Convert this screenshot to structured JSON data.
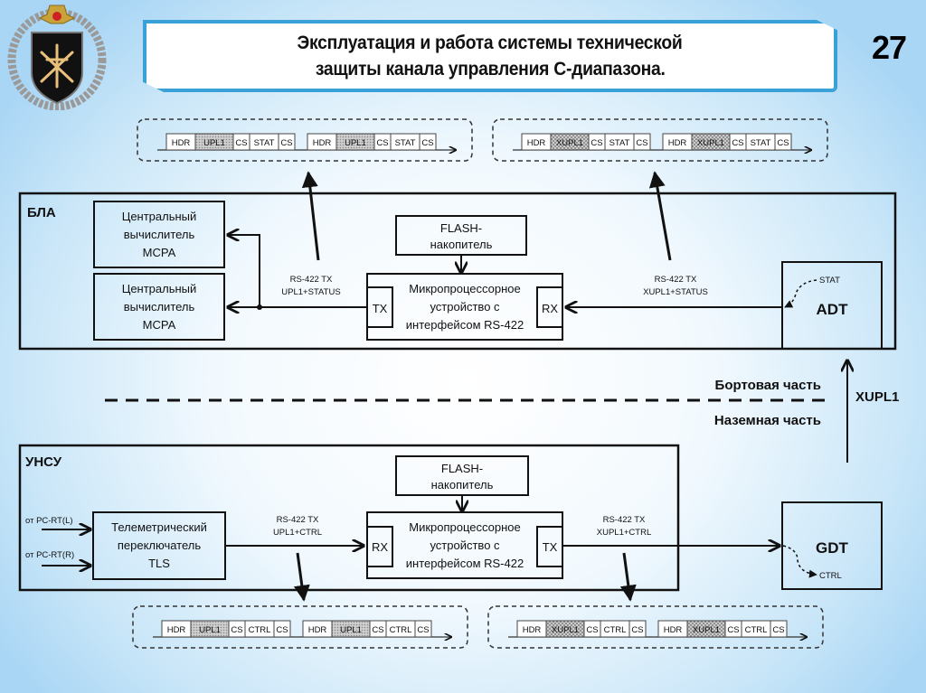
{
  "slide": {
    "title_line1": "Эксплуатация и работа системы технической",
    "title_line2": "защиты канала управления С-диапазона.",
    "page_number": "27",
    "emblem": "military-communications-emblem-icon"
  },
  "colors": {
    "title_border": "#3aa0d8",
    "background_edge": "#a9d6f5",
    "payload_fill": "#bfbfbf",
    "line": "#111111"
  },
  "onboard": {
    "label": "БЛА",
    "computer1": [
      "Центральный",
      "вычислитель",
      "МСРА"
    ],
    "computer2": [
      "Центральный",
      "вычислитель",
      "МСРА"
    ],
    "flash": [
      "FLASH-",
      "накопитель"
    ],
    "mcu": [
      "Микропроцессорное",
      "устройство с",
      "интерфейсом RS-422"
    ],
    "mcu_tx": "TX",
    "mcu_rx": "RX",
    "link_left": [
      "RS-422 TX",
      "UPL1+STATUS"
    ],
    "link_right": [
      "RS-422 TX",
      "XUPL1+STATUS"
    ],
    "adt": "ADT",
    "adt_stat": "STAT"
  },
  "divider": {
    "upper": "Бортовая часть",
    "lower": "Наземная часть",
    "uplink": "XUPL1"
  },
  "ground": {
    "label": "УНСУ",
    "input_left": "от PC-RT(L)",
    "input_right": "от PC-RT(R)",
    "tls": [
      "Телеметрический",
      "переключатель",
      "TLS"
    ],
    "flash": [
      "FLASH-",
      "накопитель"
    ],
    "mcu": [
      "Микропроцессорное",
      "устройство с",
      "интерфейсом RS-422"
    ],
    "mcu_rx": "RX",
    "mcu_tx": "TX",
    "link_left": [
      "RS-422 TX",
      "UPL1+CTRL"
    ],
    "link_right": [
      "RS-422 TX",
      "XUPL1+CTRL"
    ],
    "gdt": "GDT",
    "gdt_ctrl": "CTRL"
  },
  "frames": {
    "top_left": [
      [
        "HDR",
        "UPL1",
        "CS",
        "STAT",
        "CS"
      ],
      [
        "HDR",
        "UPL1",
        "CS",
        "STAT",
        "CS"
      ]
    ],
    "top_right": [
      [
        "HDR",
        "XUPL1",
        "CS",
        "STAT",
        "CS"
      ],
      [
        "HDR",
        "XUPL1",
        "CS",
        "STAT",
        "CS"
      ]
    ],
    "bottom_left": [
      [
        "HDR",
        "UPL1",
        "CS",
        "CTRL",
        "CS"
      ],
      [
        "HDR",
        "UPL1",
        "CS",
        "CTRL",
        "CS"
      ]
    ],
    "bottom_right": [
      [
        "HDR",
        "XUPL1",
        "CS",
        "CTRL",
        "CS"
      ],
      [
        "HDR",
        "XUPL1",
        "CS",
        "CTRL",
        "CS"
      ]
    ]
  }
}
